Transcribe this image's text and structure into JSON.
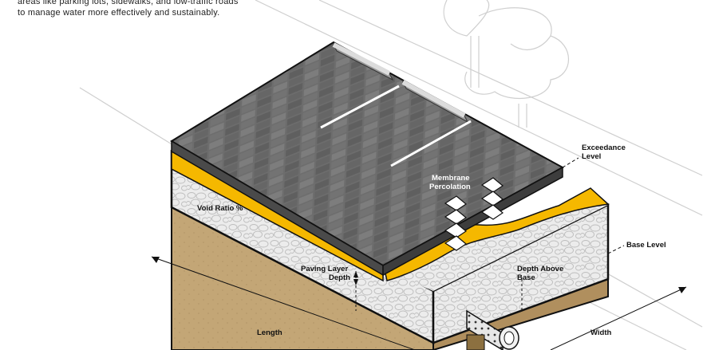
{
  "intro": {
    "lines": [
      "areas like parking lots, sidewalks, and low-traffic roads",
      "to manage water more effectively and sustainably."
    ]
  },
  "labels": {
    "exceedance_level": [
      "Exceedance",
      "Level"
    ],
    "membrane_percolation": [
      "Membrane",
      "Percolation"
    ],
    "void_ratio": "Void Ratio %",
    "paving_layer_depth": [
      "Paving Layer",
      "Depth"
    ],
    "depth_above_base": [
      "Depth Above",
      "Base"
    ],
    "base_level": "Base Level",
    "length": "Length",
    "width": "Width"
  },
  "colors": {
    "paving": "#6b6b6b",
    "paving_dark": "#4a4a4a",
    "gravel": "#e9e9e9",
    "membrane": "#f5b800",
    "soil": "#c6a87a",
    "outline": "#111111"
  }
}
